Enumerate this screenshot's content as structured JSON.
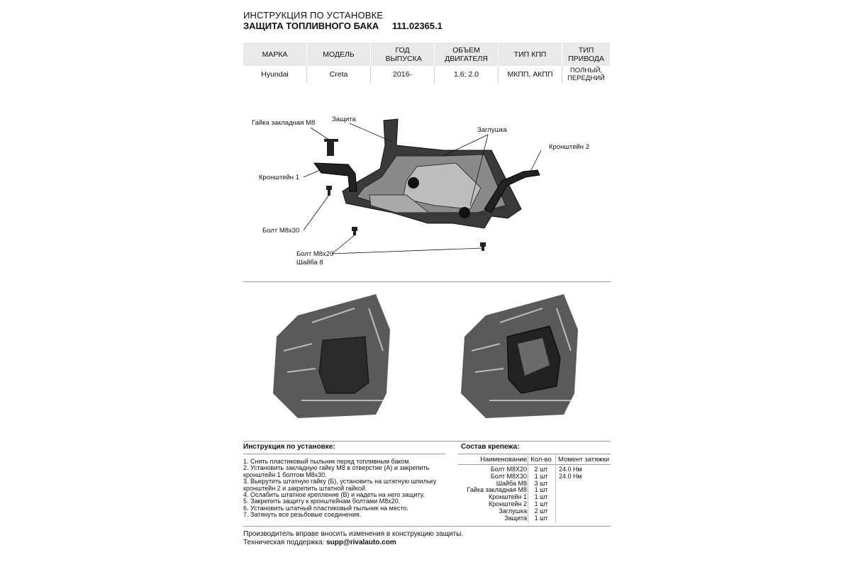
{
  "header": {
    "title_line1": "ИНСТРУКЦИЯ ПО УСТАНОВКЕ",
    "title_line2": "ЗАЩИТА ТОПЛИВНОГО БАКА",
    "article": "111.02365.1"
  },
  "spec_table": {
    "headers": [
      "МАРКА",
      "МОДЕЛЬ",
      "ГОД ВЫПУСКА",
      "ОБЪЕМ ДВИГАТЕЛЯ",
      "ТИП КПП",
      "ТИП ПРИВОДА"
    ],
    "row": [
      "Hyundai",
      "Creta",
      "2016-",
      "1.6; 2.0",
      "МКПП, АКПП",
      "ПОЛНЫЙ, ПЕРЕДНИЙ"
    ]
  },
  "diagram_labels": {
    "nut": "Гайка закладная М8",
    "guard": "Защита",
    "plug": "Заглушка",
    "bracket2": "Кронштейн 2",
    "bracket1": "Кронштейн 1",
    "bolt30": "Болт М8х30",
    "bolt20": "Болт М8х20",
    "washer": "Шайба 8"
  },
  "instructions": {
    "heading": "Инструкция по установке:",
    "steps": [
      "1. Снять пластиковый пыльник перед топливным баком.",
      "2. Установить закладную гайку М8 в отверстие (А) и закрепить",
      "кронштейн 1 болтом М8х30.",
      "3. Выкрутить штатную гайку (Б), установить на штатную шпильку",
      "кронштейн 2 и закрепить штатной гайкой.",
      "4. Ослабить штатное крепление (В) и надеть на него защиту.",
      "5. Закрепить защиту к кронштейнам болтами М8х20.",
      "6. Установить штатный пластиковый пыльник на место.",
      "7. Затянуть все резьбовые соединения."
    ]
  },
  "parts": {
    "heading": "Состав крепежа:",
    "columns": [
      "Наименование",
      "Кол-во",
      "Момент затяжки"
    ],
    "rows": [
      {
        "name": "Болт М8Х20",
        "qty": "2 шт",
        "torque": "24.0 Нм"
      },
      {
        "name": "Болт М8Х30",
        "qty": "1 шт",
        "torque": "24.0 Нм"
      },
      {
        "name": "Шайба М8",
        "qty": "3 шт",
        "torque": ""
      },
      {
        "name": "Гайка закладная М8",
        "qty": "1 шт",
        "torque": ""
      },
      {
        "name": "Кронштейн 1",
        "qty": "1 шт",
        "torque": ""
      },
      {
        "name": "Кронштейн 2",
        "qty": "1 шт",
        "torque": ""
      },
      {
        "name": "Заглушка",
        "qty": "2 шт",
        "torque": ""
      },
      {
        "name": "Защита",
        "qty": "1 шт",
        "torque": ""
      }
    ]
  },
  "footer": {
    "disclaimer": "Производитель вправе вносить изменения в конструкцию защиты.",
    "support_label": "Техническая поддержка:",
    "support_email": "supp@rivalauto.com"
  }
}
